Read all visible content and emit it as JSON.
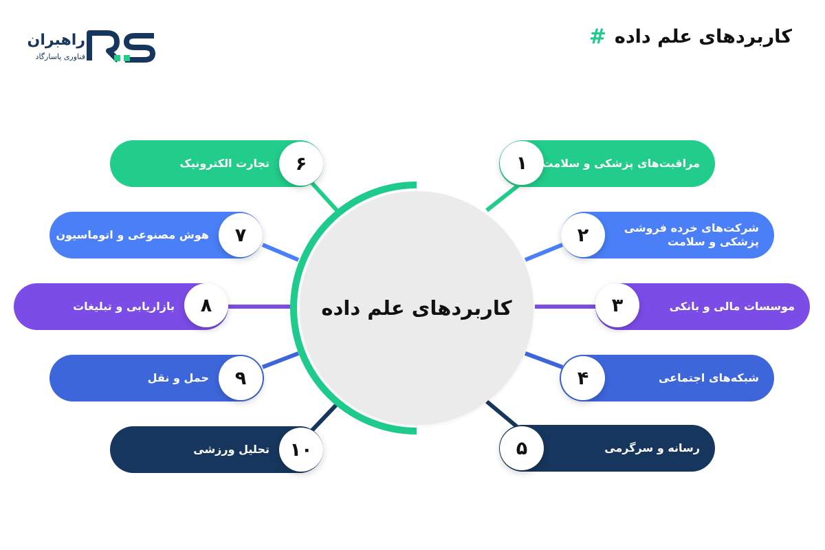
{
  "header": {
    "title": "کاربردهای علم داده",
    "hash": "#"
  },
  "logo": {
    "name": "راهبران",
    "subtitle": "فناوری پاسارگاد",
    "mark_letters": "RS"
  },
  "center": {
    "label": "کاربردهای علم داده"
  },
  "colors": {
    "green": "#22cc8a",
    "blue": "#4a7ff7",
    "purple": "#7c4ce6",
    "royal": "#3e66db",
    "navy": "#17365d",
    "ring": "#1ecb8c"
  },
  "items": [
    {
      "number": "۱",
      "label": "مراقبت‌های پزشکی و سلامت",
      "color": "green"
    },
    {
      "number": "۲",
      "label": "شرکت‌های خرده فروشی\nپزشکی و سلامت",
      "color": "blue"
    },
    {
      "number": "۳",
      "label": "موسسات مالی و بانکی",
      "color": "purple"
    },
    {
      "number": "۴",
      "label": "شبکه‌های اجتماعی",
      "color": "royal"
    },
    {
      "number": "۵",
      "label": "رسانه و سرگرمی",
      "color": "navy"
    },
    {
      "number": "۶",
      "label": "تجارت الکترونیک",
      "color": "green"
    },
    {
      "number": "۷",
      "label": "هوش مصنوعی و اتوماسیون",
      "color": "blue"
    },
    {
      "number": "۸",
      "label": "بازاریابی و تبلیغات",
      "color": "purple"
    },
    {
      "number": "۹",
      "label": "حمل و نقل",
      "color": "royal"
    },
    {
      "number": "۱۰",
      "label": "تحلیل ورزشی",
      "color": "navy"
    }
  ]
}
